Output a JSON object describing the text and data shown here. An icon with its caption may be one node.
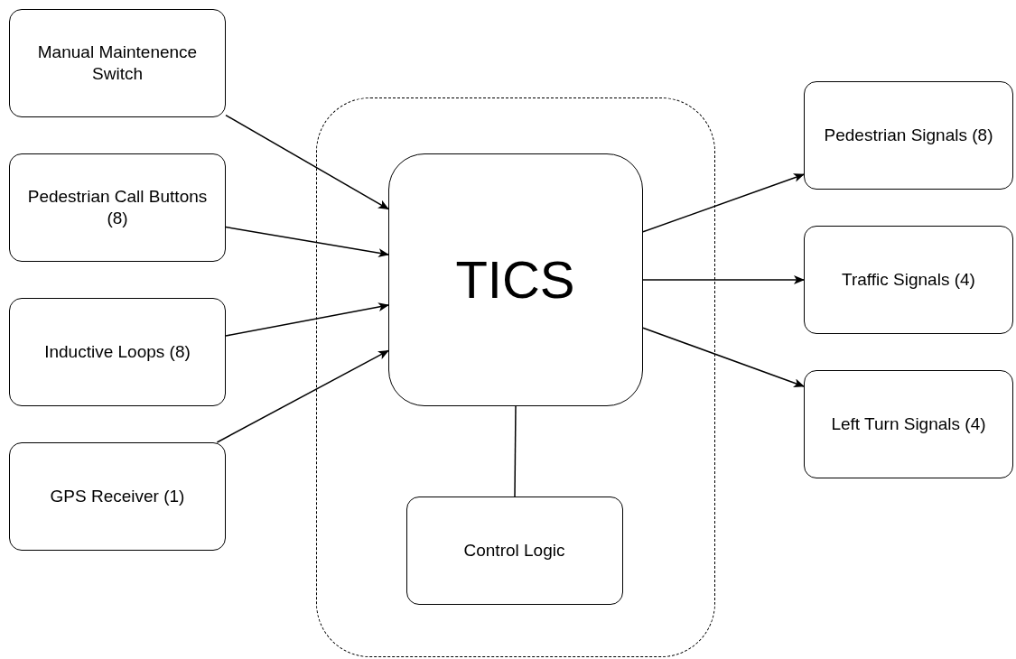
{
  "diagram": {
    "nodes": [
      {
        "text": [
          "Manual Maintenence Switch"
        ]
      },
      {
        "text": [
          "Pedestrian Call Buttons (8)"
        ]
      },
      {
        "text": [
          "Inductive Loops (8)"
        ]
      },
      {
        "text": [
          "GPS Receiver (1)"
        ]
      },
      {
        "text": [],
        "shape": "box"
      },
      {
        "text": [
          "TICS"
        ],
        "in": 4
      },
      {
        "text": [
          "Control Logic"
        ],
        "in": 4
      },
      {
        "text": [
          "Pedestrian Signals (8)"
        ]
      },
      {
        "text": [
          "Traffic Signals (4)"
        ]
      },
      {
        "text": [
          "Left Turn Signals (4)"
        ]
      }
    ],
    "edges": [
      {
        "from": 0,
        "to": 5,
        "arrow": "to"
      },
      {
        "from": 1,
        "to": 5,
        "arrow": "to"
      },
      {
        "from": 2,
        "to": 5,
        "arrow": "to"
      },
      {
        "from": 3,
        "to": 5,
        "arrow": "to"
      },
      {
        "from": 5,
        "to": 7,
        "arrow": "to"
      },
      {
        "from": 5,
        "to": 8,
        "arrow": "to"
      },
      {
        "from": 5,
        "to": 9,
        "arrow": "to"
      },
      {
        "from": 5,
        "to": 6,
        "arrow": "none"
      }
    ]
  }
}
